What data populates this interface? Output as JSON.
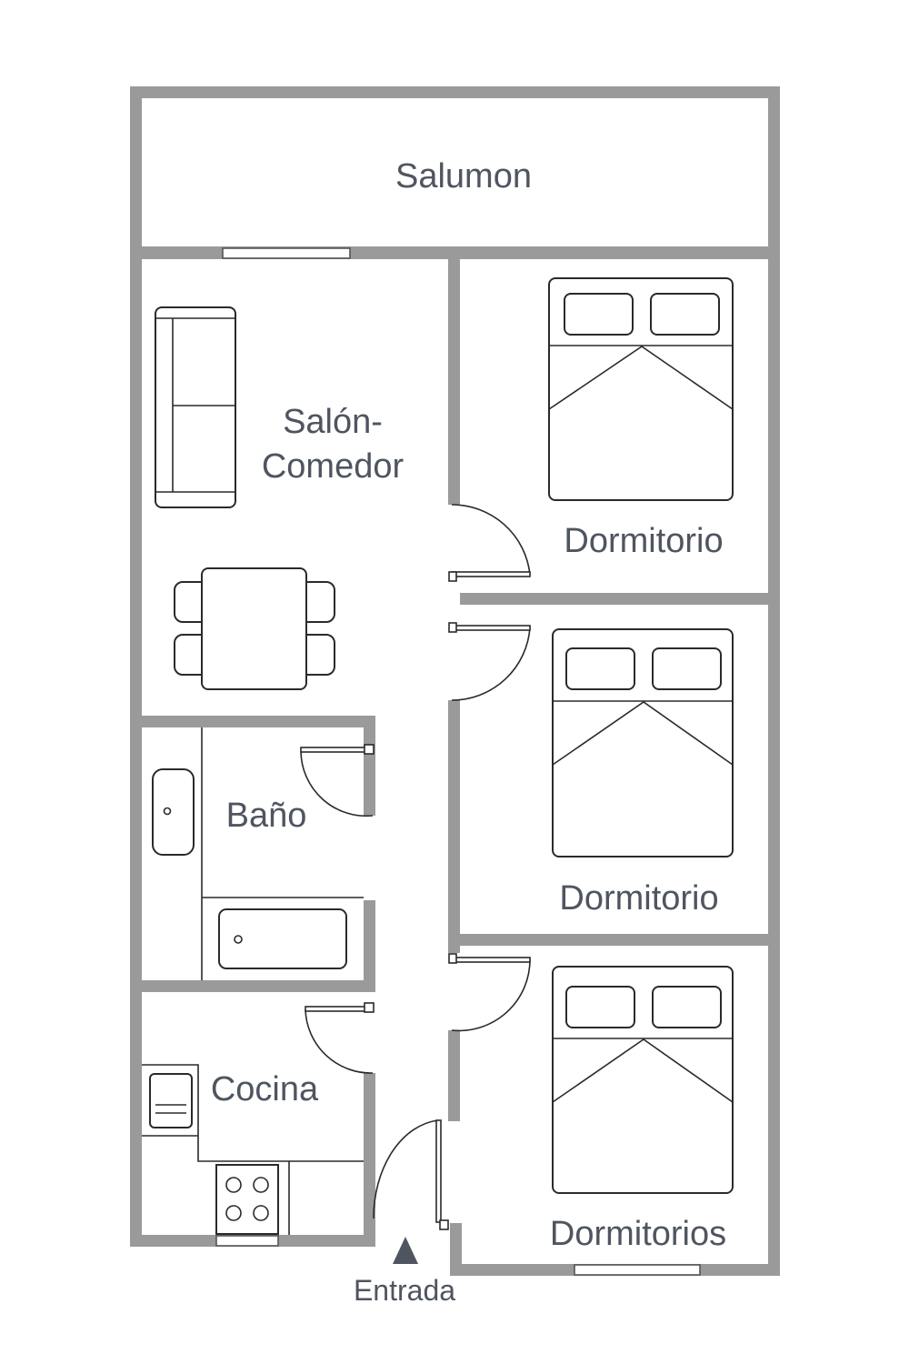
{
  "rooms": {
    "balcony": "Salumon",
    "living_line1": "Salón-",
    "living_line2": "Comedor",
    "bedroom1": "Dormitorio",
    "bedroom2": "Dormitorio",
    "bedroom3": "Dormitorios",
    "bathroom": "Baño",
    "kitchen": "Cocina"
  },
  "entrance": {
    "label": "Entrada"
  },
  "colors": {
    "wall": "#9a9a9a",
    "line": "#2a2a2a",
    "text": "#4f5560",
    "background": "#ffffff"
  }
}
